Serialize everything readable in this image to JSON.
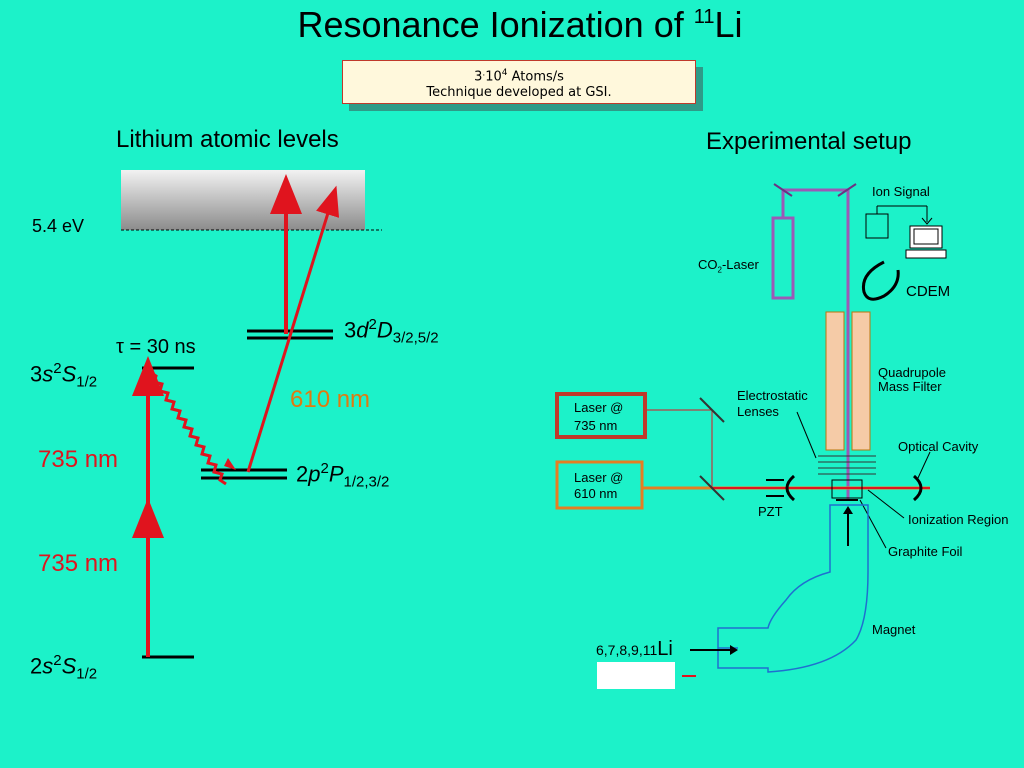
{
  "title": {
    "main": "Resonance Ionization of ",
    "superscript": "11",
    "element": "Li"
  },
  "infobox": {
    "rate_prefix": "3",
    "rate_dot": ".",
    "rate_base": "10",
    "rate_exp": "4",
    "rate_unit": " Atoms/s",
    "line2": "Technique developed at GSI."
  },
  "left": {
    "heading": "Lithium atomic levels",
    "ionization_energy": "5.4 eV",
    "lifetime": "τ = 30 ns",
    "wavelength_610": "610 nm",
    "wavelength_735_upper": "735 nm",
    "wavelength_735_lower": "735 nm",
    "levels": {
      "s3": {
        "n": "3",
        "l": "s",
        "mult": "2",
        "term": "S",
        "j": "1/2"
      },
      "d3": {
        "n": "3",
        "l": "d",
        "mult": "2",
        "term": "D",
        "j": "3/2,5/2"
      },
      "p2": {
        "n": "2",
        "l": "p",
        "mult": "2",
        "term": "P",
        "j": "1/2,3/2"
      },
      "s2": {
        "n": "2",
        "l": "s",
        "mult": "2",
        "term": "S",
        "j": "1/2"
      }
    }
  },
  "right": {
    "heading": "Experimental setup",
    "labels": {
      "ion_signal": "Ion Signal",
      "co2_laser_a": "CO",
      "co2_laser_sub": "2",
      "co2_laser_b": "-Laser",
      "cdem": "CDEM",
      "quadrupole_1": "Quadrupole",
      "quadrupole_2": "Mass Filter",
      "electrostatic_1": "Electrostatic",
      "electrostatic_2": "Lenses",
      "laser735_1": "Laser @",
      "laser735_2": "735 nm",
      "laser610_1": "Laser @",
      "laser610_2": "610 nm",
      "optical_cavity": "Optical Cavity",
      "pzt": "PZT",
      "ionization_region": "Ionization Region",
      "graphite_foil": "Graphite Foil",
      "magnet": "Magnet",
      "isotopes": "6,7,8,9,11",
      "li": "Li"
    }
  }
}
